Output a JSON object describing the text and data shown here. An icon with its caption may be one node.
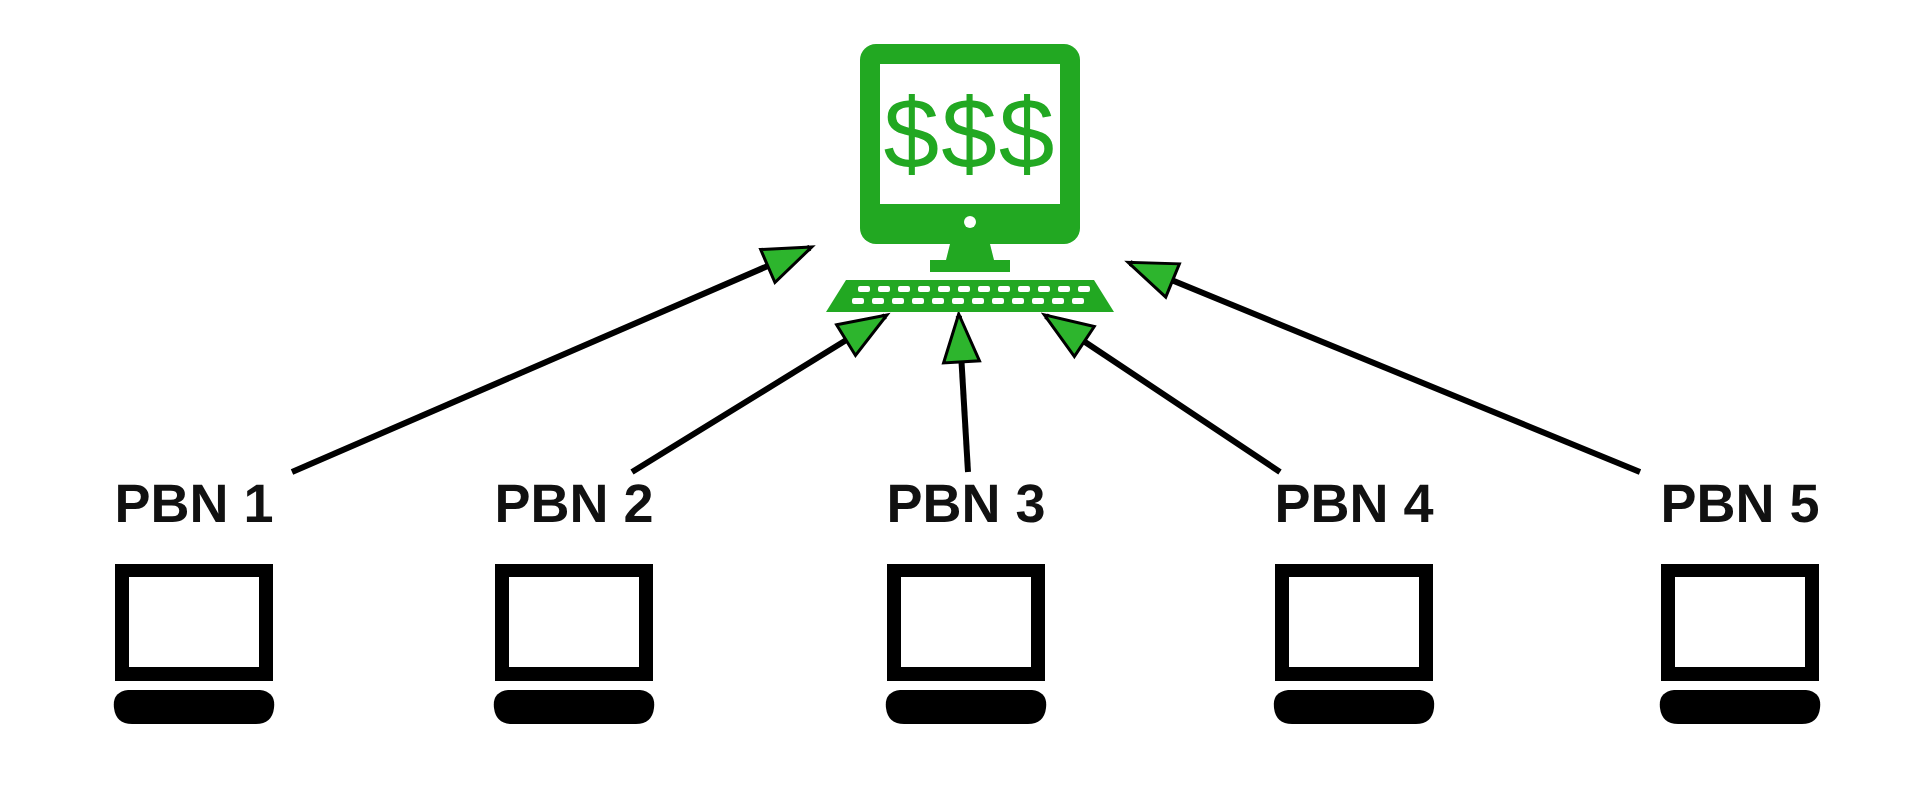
{
  "diagram": {
    "nodes": [
      {
        "text": [
          "$$$"
        ]
      },
      {
        "text": [
          "PBN 1"
        ]
      },
      {
        "text": [
          "PBN 2"
        ]
      },
      {
        "text": [
          "PBN 3"
        ]
      },
      {
        "text": [
          "PBN 4"
        ]
      },
      {
        "text": [
          "PBN 5"
        ]
      }
    ],
    "edges": [
      {
        "from": 1,
        "to": 0,
        "arrow": "to"
      },
      {
        "from": 2,
        "to": 0,
        "arrow": "to"
      },
      {
        "from": 3,
        "to": 0,
        "arrow": "to"
      },
      {
        "from": 4,
        "to": 0,
        "arrow": "to"
      },
      {
        "from": 5,
        "to": 0,
        "arrow": "to"
      }
    ]
  }
}
